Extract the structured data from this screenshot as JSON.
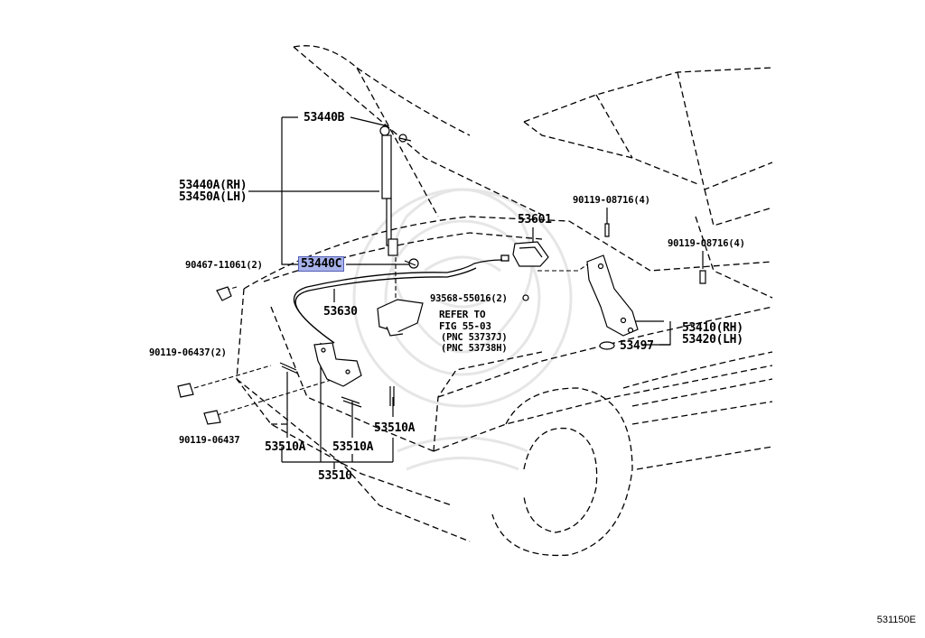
{
  "diagram": {
    "code": "531150E",
    "highlight_color": "#a7b2ea",
    "watermark_color": "#e8e8e8"
  },
  "labels": {
    "gas_spring_upper_bolt": "53440B",
    "gas_spring_rh": "53440A(RH)",
    "gas_spring_lh": "53450A(LH)",
    "gas_spring_lower_bolt": "53440C",
    "clip_90467": "90467-11061(2)",
    "release_cable": "53630",
    "lock_bolt_upper": "90119-06437(2)",
    "lock_bolt_lower": "90119-06437",
    "hood_lock_a_left": "53510A",
    "hood_lock_a_mid": "53510A",
    "hood_lock_a_right": "53510A",
    "hood_lock": "53510",
    "release_lever": "53601",
    "screw_93568": "93568-55016(2)",
    "refer_to": "REFER TO",
    "refer_fig": "FIG 55-03",
    "refer_pnc1": "(PNC 53737J)",
    "refer_pnc2": "(PNC 53738H)",
    "hinge_bolt_top": "90119-08716(4)",
    "hinge_bolt_right": "90119-08716(4)",
    "hinge_rh": "53410(RH)",
    "hinge_lh": "53420(LH)",
    "hinge_cushion": "53497"
  }
}
